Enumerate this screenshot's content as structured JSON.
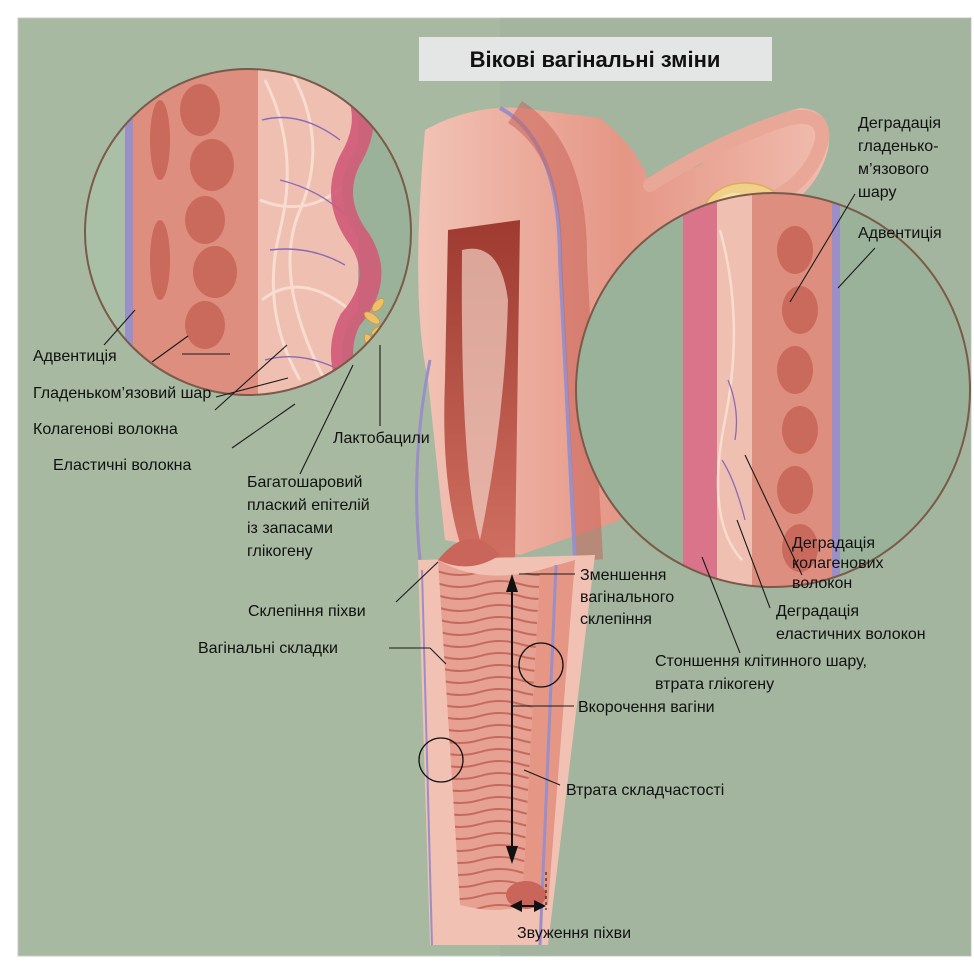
{
  "title": "Вікові вагінальні зміни",
  "colors": {
    "background": "#a7b9a1",
    "title_box": "#e4e6e5",
    "tissue": "#e9a494",
    "tissue_dark": "#c9655a",
    "lumen": "#b5483c",
    "adventitia": "#9a8fc7",
    "lactobacilli": "#f1d08a"
  },
  "left_labels": {
    "adventitia": "Адвентиція",
    "smooth_muscle": "Гладеньком’язовий шар",
    "collagen": "Колагенові волокна",
    "elastic": "Еластичні волокна",
    "lactobacilli": "Лактобацили",
    "epithelium": [
      "Багатошаровий",
      "плаский епітелій",
      "із запасами",
      "глікогену"
    ]
  },
  "right_labels": {
    "smooth_muscle_degradation": [
      "Деградація",
      "гладенько-",
      "м’язового",
      "шару"
    ],
    "adventitia": "Адвентиція",
    "collagen_degradation": [
      "Деградація",
      "колагенових",
      "волокон"
    ],
    "elastic_degradation": [
      "Деградація",
      "еластичних волокон"
    ],
    "cell_layer": [
      "Стоншення клітинного шару,",
      "втрата глікогену"
    ]
  },
  "center_labels": {
    "fornix": "Склепіння піхви",
    "rugae": "Вагінальні складки",
    "fornix_reduction": [
      "Зменшення",
      "вагінального",
      "склепіння"
    ],
    "shortening": "Вкорочення вагіни",
    "rugae_loss": "Втрата складчастості",
    "narrowing": "Звуження піхви"
  }
}
